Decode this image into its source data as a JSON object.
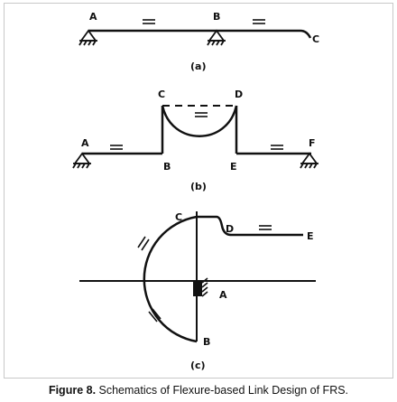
{
  "figure": {
    "panel_a": {
      "label": "(a)",
      "points": {
        "A": "A",
        "B": "B",
        "C": "C"
      }
    },
    "panel_b": {
      "label": "(b)",
      "points": {
        "A": "A",
        "B": "B",
        "C": "C",
        "D": "D",
        "E": "E",
        "F": "F"
      }
    },
    "panel_c": {
      "label": "(c)",
      "points": {
        "A": "A",
        "B": "B",
        "C": "C",
        "D": "D",
        "E": "E"
      }
    }
  },
  "caption": {
    "prefix": "Figure 8.",
    "text": " Schematics of Flexure-based Link Design of FRS."
  }
}
